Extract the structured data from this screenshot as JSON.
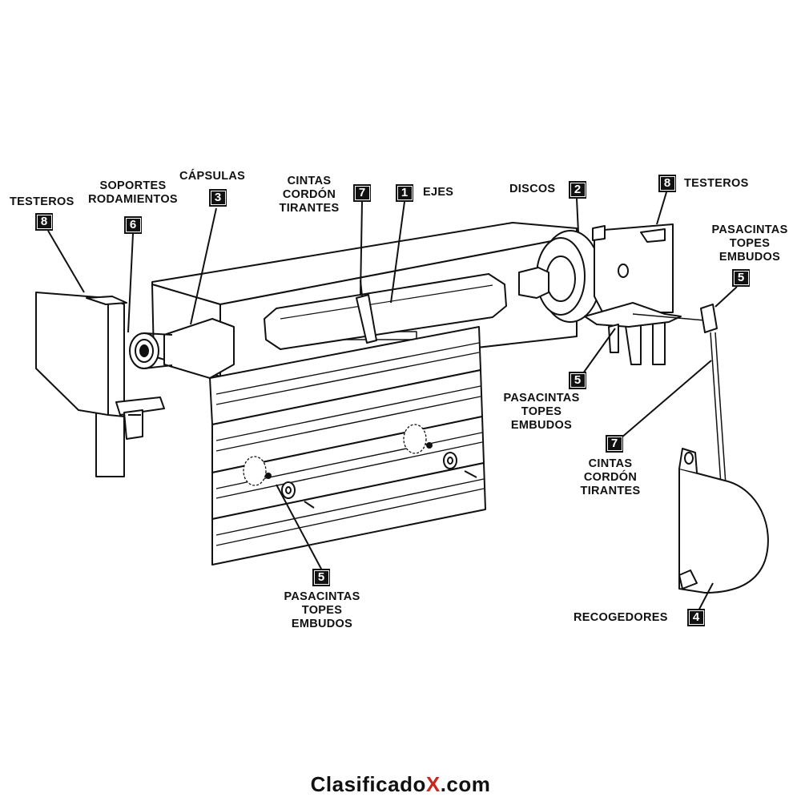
{
  "labels": {
    "testeros_left": "TESTEROS",
    "soportes": "SOPORTES",
    "rodamientos": "RODAMIENTOS",
    "capsulas": "CÁPSULAS",
    "cintas_top_1": "CINTAS",
    "cintas_top_2": "CORDÓN",
    "cintas_top_3": "TIRANTES",
    "ejes": "EJES",
    "discos": "DISCOS",
    "testeros_right": "TESTEROS",
    "pasa_right_1": "PASACINTAS",
    "pasa_right_2": "TOPES",
    "pasa_right_3": "EMBUDOS",
    "pasa_mid_1": "PASACINTAS",
    "pasa_mid_2": "TOPES",
    "pasa_mid_3": "EMBUDOS",
    "cintas_mid_1": "CINTAS",
    "cintas_mid_2": "CORDÓN",
    "cintas_mid_3": "TIRANTES",
    "pasa_bottom_1": "PASACINTAS",
    "pasa_bottom_2": "TOPES",
    "pasa_bottom_3": "EMBUDOS",
    "recogedores": "RECOGEDORES"
  },
  "numbers": {
    "testeros_left": "8",
    "soportes": "6",
    "capsulas": "3",
    "cintas_top": "7",
    "ejes": "1",
    "discos": "2",
    "testeros_right": "8",
    "pasa_right": "5",
    "pasa_mid": "5",
    "cintas_mid": "7",
    "pasa_bottom": "5",
    "recogedores": "4"
  },
  "brand": {
    "prefix": "Clasificado",
    "x": "X",
    "suffix": ".com"
  }
}
